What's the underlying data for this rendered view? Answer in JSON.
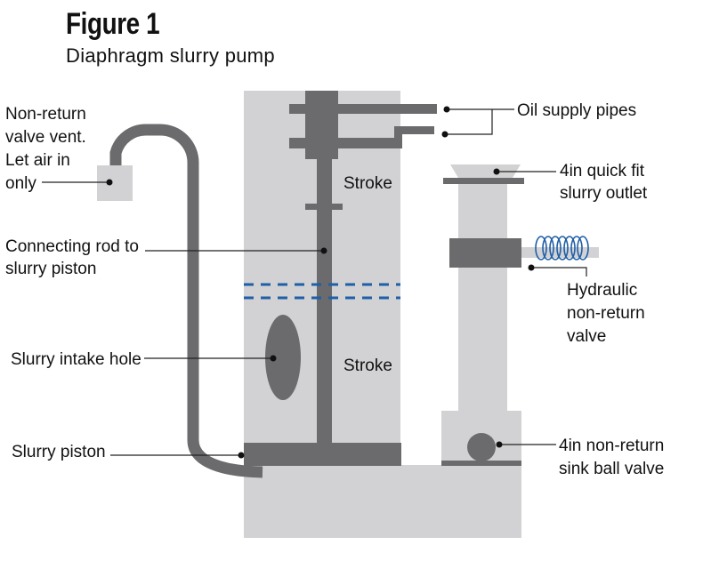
{
  "figure": {
    "title": "Figure 1",
    "subtitle": "Diaphragm slurry pump"
  },
  "colors": {
    "light_grey": "#d2d2d4",
    "dark_grey": "#6b6b6d",
    "accent_blue": "#1e5fa8",
    "leader_line": "#222222"
  },
  "labels": {
    "vent": [
      "Non-return",
      "valve vent.",
      "Let air in",
      "only"
    ],
    "connecting_rod": [
      "Connecting rod to",
      "slurry piston"
    ],
    "intake_hole": [
      "Slurry intake hole"
    ],
    "piston": [
      "Slurry piston"
    ],
    "oil_supply": [
      "Oil supply pipes"
    ],
    "outlet": [
      "4in quick fit",
      "slurry outlet"
    ],
    "hydraulic_valve": [
      "Hydraulic",
      "non-return",
      "valve"
    ],
    "ball_valve": [
      "4in non-return",
      "sink ball valve"
    ],
    "stroke_upper": "Stroke",
    "stroke_lower": "Stroke"
  }
}
